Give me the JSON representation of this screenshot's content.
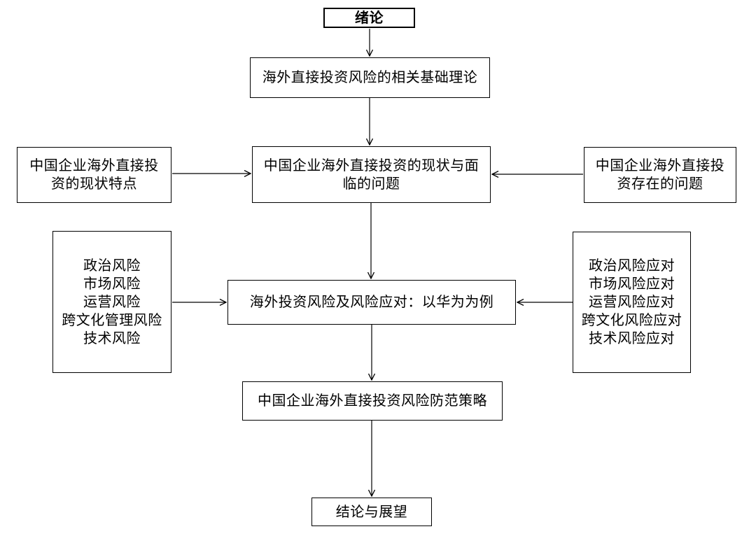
{
  "flowchart": {
    "title_implied": "",
    "colors": {
      "background": "#ffffff",
      "box_border": "#000000",
      "box_fill": "#ffffff",
      "arrow": "#000000",
      "text": "#000000"
    },
    "nodes": {
      "intro": {
        "label": "绪论"
      },
      "theory": {
        "label": "海外直接投资风险的相关基础理论"
      },
      "status_left": {
        "lines": [
          "中国企业海外直接投",
          "资的现状特点"
        ]
      },
      "status_center": {
        "lines": [
          "中国企业海外直接投资的现状与面",
          "临的问题"
        ]
      },
      "problems_right": {
        "lines": [
          "中国企业海外直接投",
          "资存在的问题"
        ]
      },
      "risks_left": {
        "lines": [
          "政治风险",
          "市场风险",
          "运营风险",
          "跨文化管理风险",
          "技术风险"
        ]
      },
      "case_center": {
        "label": "海外投资风险及风险应对：以华为为例"
      },
      "responses_right": {
        "lines": [
          "政治风险应对",
          "市场风险应对",
          "运营风险应对",
          "跨文化风险应对",
          "技术风险应对"
        ]
      },
      "strategy": {
        "label": "中国企业海外直接投资风险防范策略"
      },
      "conclusion": {
        "label": "结论与展望"
      }
    },
    "edges": [
      {
        "from": "intro",
        "to": "theory",
        "direction": "down"
      },
      {
        "from": "theory",
        "to": "status_center",
        "direction": "down"
      },
      {
        "from": "status_left",
        "to": "status_center",
        "direction": "right"
      },
      {
        "from": "problems_right",
        "to": "status_center",
        "direction": "left"
      },
      {
        "from": "status_center",
        "to": "case_center",
        "direction": "down"
      },
      {
        "from": "risks_left",
        "to": "case_center",
        "direction": "right"
      },
      {
        "from": "responses_right",
        "to": "case_center",
        "direction": "left"
      },
      {
        "from": "case_center",
        "to": "strategy",
        "direction": "down"
      },
      {
        "from": "strategy",
        "to": "conclusion",
        "direction": "down"
      }
    ]
  }
}
